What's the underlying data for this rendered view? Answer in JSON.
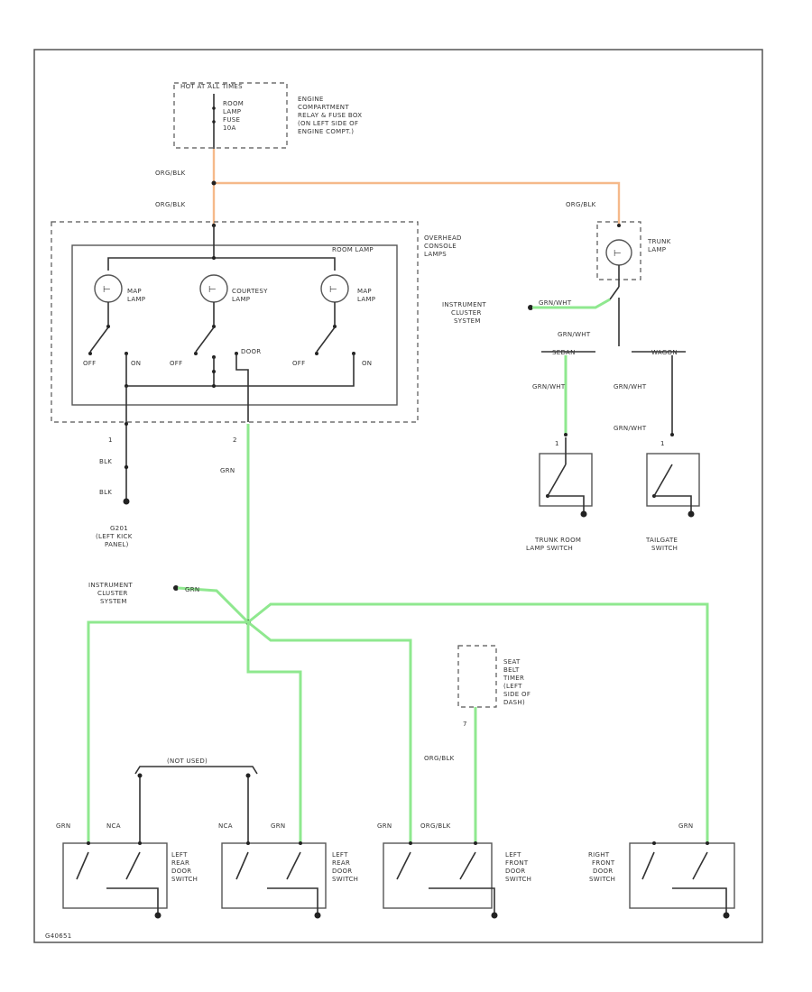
{
  "labels": {
    "hot_at_all_times": "HOT AT ALL TIMES",
    "room_lamp_fuse": [
      "ROOM",
      "LAMP",
      "FUSE",
      "10A"
    ],
    "engine_relay": [
      "ENGINE",
      "COMPARTMENT",
      "RELAY & FUSE BOX",
      "(ON LEFT SIDE OF",
      "ENGINE COMPT.)"
    ],
    "wire_orgblk_1": "ORG/BLK",
    "wire_orgblk_2": "ORG/BLK",
    "wire_orgblk_3": "ORG/BLK",
    "overhead_console": [
      "OVERHEAD",
      "CONSOLE",
      "LAMPS"
    ],
    "room_lamp": "ROOM LAMP",
    "map_lamp_left": [
      "MAP",
      "LAMP"
    ],
    "courtesy_lamp": [
      "COURTESY",
      "LAMP"
    ],
    "map_lamp_right": [
      "MAP",
      "LAMP"
    ],
    "off1": "OFF",
    "on1": "ON",
    "off2": "OFF",
    "door": "DOOR",
    "off3": "OFF",
    "on3": "ON",
    "pin1": "1",
    "pin2": "2",
    "blk1": "BLK",
    "blk2": "BLK",
    "grn_vertical": "GRN",
    "ground": [
      "G201",
      "(LEFT KICK",
      "PANEL)"
    ],
    "trunk_lamp": [
      "TRUNK",
      "LAMP"
    ],
    "instrument_cluster_top": [
      "INSTRUMENT",
      "CLUSTER",
      "SYSTEM"
    ],
    "grnwht_top_a": "GRN/WHT",
    "grnwht_top_b": "GRN/WHT",
    "sedan": "SEDAN",
    "wagon": "WAGON",
    "grnwht_left": "GRN/WHT",
    "grnwht_right1": "GRN/WHT",
    "grnwht_right2": "GRN/WHT",
    "pin_trunk": "1",
    "pin_tail": "1",
    "trunk_room_switch": [
      "TRUNK ROOM",
      "LAMP SWITCH"
    ],
    "tailgate_switch": [
      "TAILGATE",
      "SWITCH"
    ],
    "instrument_cluster_mid": [
      "INSTRUMENT",
      "CLUSTER",
      "SYSTEM"
    ],
    "grn_mid": "GRN",
    "seat_belt_timer": [
      "SEAT",
      "BELT",
      "TIMER",
      "(LEFT",
      "SIDE OF",
      "DASH)"
    ],
    "pin_timer": "7",
    "orgblk_timer": "ORG/BLK",
    "not_used": "(NOT USED)",
    "sw1_grn": "GRN",
    "sw1_nca": "NCA",
    "sw2_nca": "NCA",
    "sw2_grn": "GRN",
    "sw3_grn": "GRN",
    "sw3_orgblk": "ORG/BLK",
    "sw4_grn": "GRN",
    "left_rear_1": [
      "LEFT",
      "REAR",
      "DOOR",
      "SWITCH"
    ],
    "left_rear_2": [
      "LEFT",
      "REAR",
      "DOOR",
      "SWITCH"
    ],
    "left_front": [
      "LEFT",
      "FRONT",
      "DOOR",
      "SWITCH"
    ],
    "right_front": [
      "RIGHT",
      "FRONT",
      "DOOR",
      "SWITCH"
    ],
    "figure_id": "G40651"
  },
  "colors": {
    "wire_green": "#8fe88f",
    "wire_orange": "#f5b98a",
    "wire_black": "#333333"
  }
}
